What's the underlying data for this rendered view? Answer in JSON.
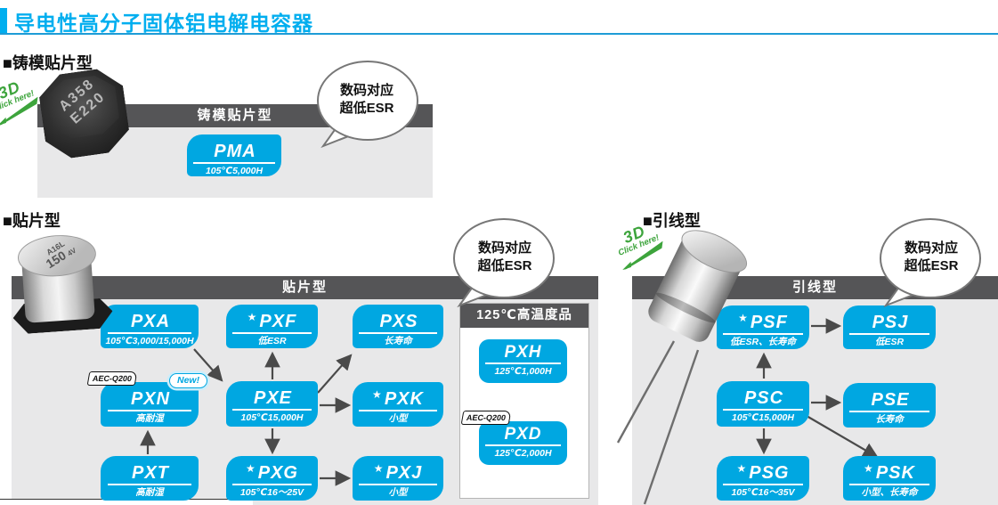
{
  "title": "导电性高分子固体铝电解电容器",
  "bubble": {
    "line1": "数码对应",
    "line2": "超低ESR"
  },
  "badge3d": {
    "line1": "3D",
    "line2": "Click here!"
  },
  "tags": {
    "aec": "AEC-Q200",
    "new": "New!"
  },
  "colors": {
    "accent": "#00AEEF",
    "badge_blue": "#00A7E1",
    "header_gray": "#555557",
    "panel_gray": "#E8E8E9",
    "green_3d": "#3DA43C"
  },
  "sections": {
    "molded": {
      "heading": "■铸模贴片型",
      "panel_title": "铸模贴片型",
      "photo": {
        "line1": "A358",
        "line2": "E220"
      },
      "products": {
        "pma": {
          "name": "PMA",
          "spec": "105℃5,000H"
        }
      }
    },
    "chip": {
      "heading": "■贴片型",
      "panel_title": "贴片型",
      "photo": {
        "line1": "A16L",
        "line2": "150",
        "line3": "4V"
      },
      "products": {
        "pxa": {
          "name": "PXA",
          "spec": "105℃3,000/15,000H"
        },
        "pxf": {
          "star": "★",
          "name": "PXF",
          "spec": "低ESR"
        },
        "pxs": {
          "name": "PXS",
          "spec": "长寿命"
        },
        "pxn": {
          "name": "PXN",
          "spec": "高耐湿"
        },
        "pxe": {
          "name": "PXE",
          "spec": "105℃15,000H"
        },
        "pxk": {
          "star": "★",
          "name": "PXK",
          "spec": "小型"
        },
        "pxt": {
          "name": "PXT",
          "spec": "高耐湿"
        },
        "pxg": {
          "star": "★",
          "name": "PXG",
          "spec": "105℃16～25V"
        },
        "pxj": {
          "star": "★",
          "name": "PXJ",
          "spec": "小型"
        }
      },
      "high_temp": {
        "panel_title": "125℃高温度品",
        "products": {
          "pxh": {
            "name": "PXH",
            "spec": "125℃1,000H"
          },
          "pxd": {
            "name": "PXD",
            "spec": "125℃2,000H"
          }
        }
      }
    },
    "lead": {
      "heading": "■引线型",
      "panel_title": "引线型",
      "products": {
        "psf": {
          "star": "★",
          "name": "PSF",
          "spec": "低ESR、长寿命"
        },
        "psj": {
          "name": "PSJ",
          "spec": "低ESR"
        },
        "psc": {
          "name": "PSC",
          "spec": "105℃15,000H"
        },
        "pse": {
          "name": "PSE",
          "spec": "长寿命"
        },
        "psg": {
          "star": "★",
          "name": "PSG",
          "spec": "105℃16～35V"
        },
        "psk": {
          "star": "★",
          "name": "PSK",
          "spec": "小型、长寿命"
        }
      }
    }
  }
}
